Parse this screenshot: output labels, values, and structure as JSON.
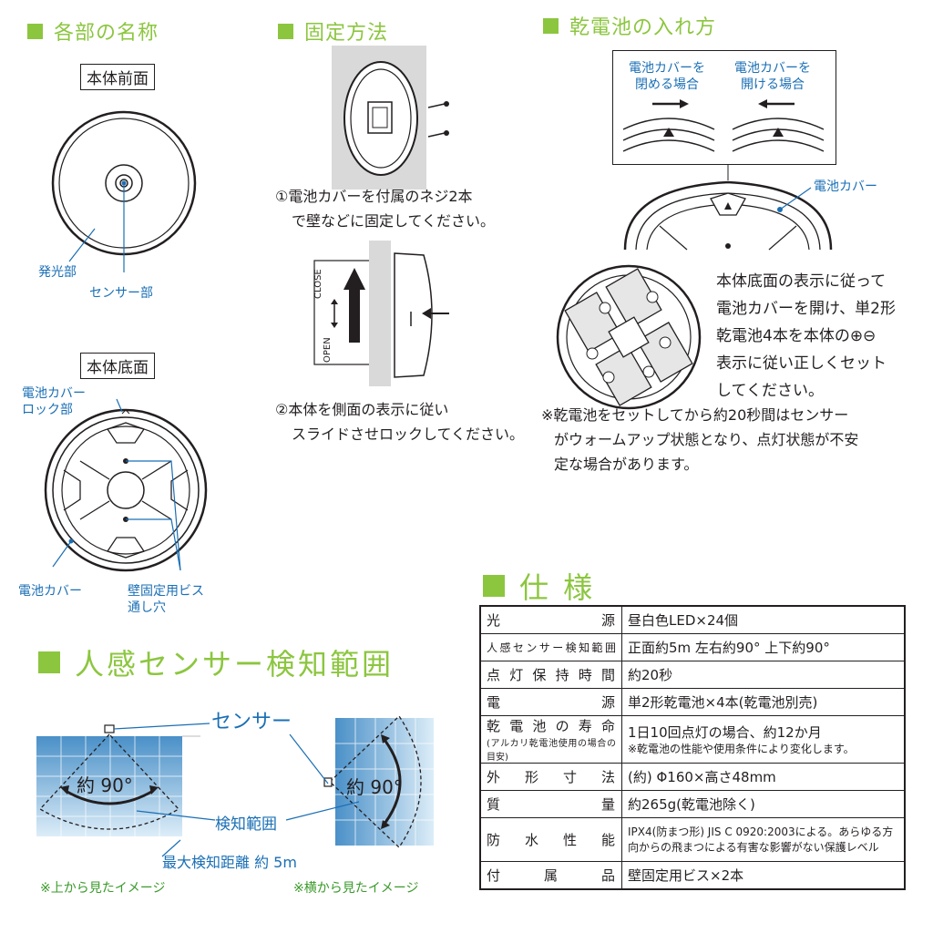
{
  "sections": {
    "parts": "各部の名称",
    "mount": "固定方法",
    "battery": "乾電池の入れ方",
    "sensor": "人感センサー検知範囲",
    "spec": "仕 様"
  },
  "parts": {
    "front_label": "本体前面",
    "light": "発光部",
    "sensor": "センサー部",
    "bottom_label": "本体底面",
    "lock_line1": "電池カバー",
    "lock_line2": "ロック部",
    "cover": "電池カバー",
    "screw_line1": "壁固定用ビス",
    "screw_line2": "通し穴"
  },
  "mount": {
    "step1_line1": "①電池カバーを付属のネジ2本",
    "step1_line2": "で壁などに固定してください。",
    "step2_line1": "②本体を側面の表示に従い",
    "step2_line2": "スライドさせロックしてください。",
    "open": "OPEN",
    "close": "CLOSE"
  },
  "battery": {
    "close_line1": "電池カバーを",
    "close_line2": "閉める場合",
    "open_line1": "電池カバーを",
    "open_line2": "開ける場合",
    "cover_label": "電池カバー",
    "text_lines": [
      "本体底面の表示に従って",
      "電池カバーを開け、単2形",
      "乾電池4本を本体の⊕⊖",
      "表示に従い正しくセット",
      "してください。"
    ],
    "note_lines": [
      "※乾電池をセットしてから約20秒間はセンサー",
      "がウォームアップ状態となり、点灯状態が不安",
      "定な場合があります。"
    ]
  },
  "sensor": {
    "sensor_label": "センサー",
    "angle_top": "約 90°",
    "angle_side": "約 90°",
    "range_label": "検知範囲",
    "max_distance": "最大検知距離 約 5m",
    "top_view": "※上から見たイメージ",
    "side_view": "※横から見たイメージ"
  },
  "spec": {
    "rows": [
      {
        "key": "光源",
        "value": "昼白色LED×24個"
      },
      {
        "key": "人感センサー検知範囲",
        "value": "正面約5m 左右約90° 上下約90°"
      },
      {
        "key": "点灯保持時間",
        "value": "約20秒"
      },
      {
        "key": "電源",
        "value": "単2形乾電池×4本(乾電池別売)"
      },
      {
        "key": "乾電池の寿命",
        "key_sub": "(アルカリ乾電池使用の場合の目安)",
        "value": "1日10回点灯の場合、約12か月",
        "value_sub": "※乾電池の性能や使用条件により変化します。"
      },
      {
        "key": "外形寸法",
        "value": "(約) Φ160×高さ48mm"
      },
      {
        "key": "質量",
        "value": "約265g(乾電池除く)"
      },
      {
        "key": "防水性能",
        "value": "IPX4(防まつ形) JIS C 0920:2003による。あらゆる方",
        "value_sub": "向からの飛まつによる有害な影響がない保護レベル"
      },
      {
        "key": "付属品",
        "value": "壁固定用ビス×2本"
      }
    ]
  },
  "colors": {
    "accent_green": "#8cc63f",
    "label_blue": "#1a6fb5",
    "detect_blue": "#4a90c8"
  }
}
